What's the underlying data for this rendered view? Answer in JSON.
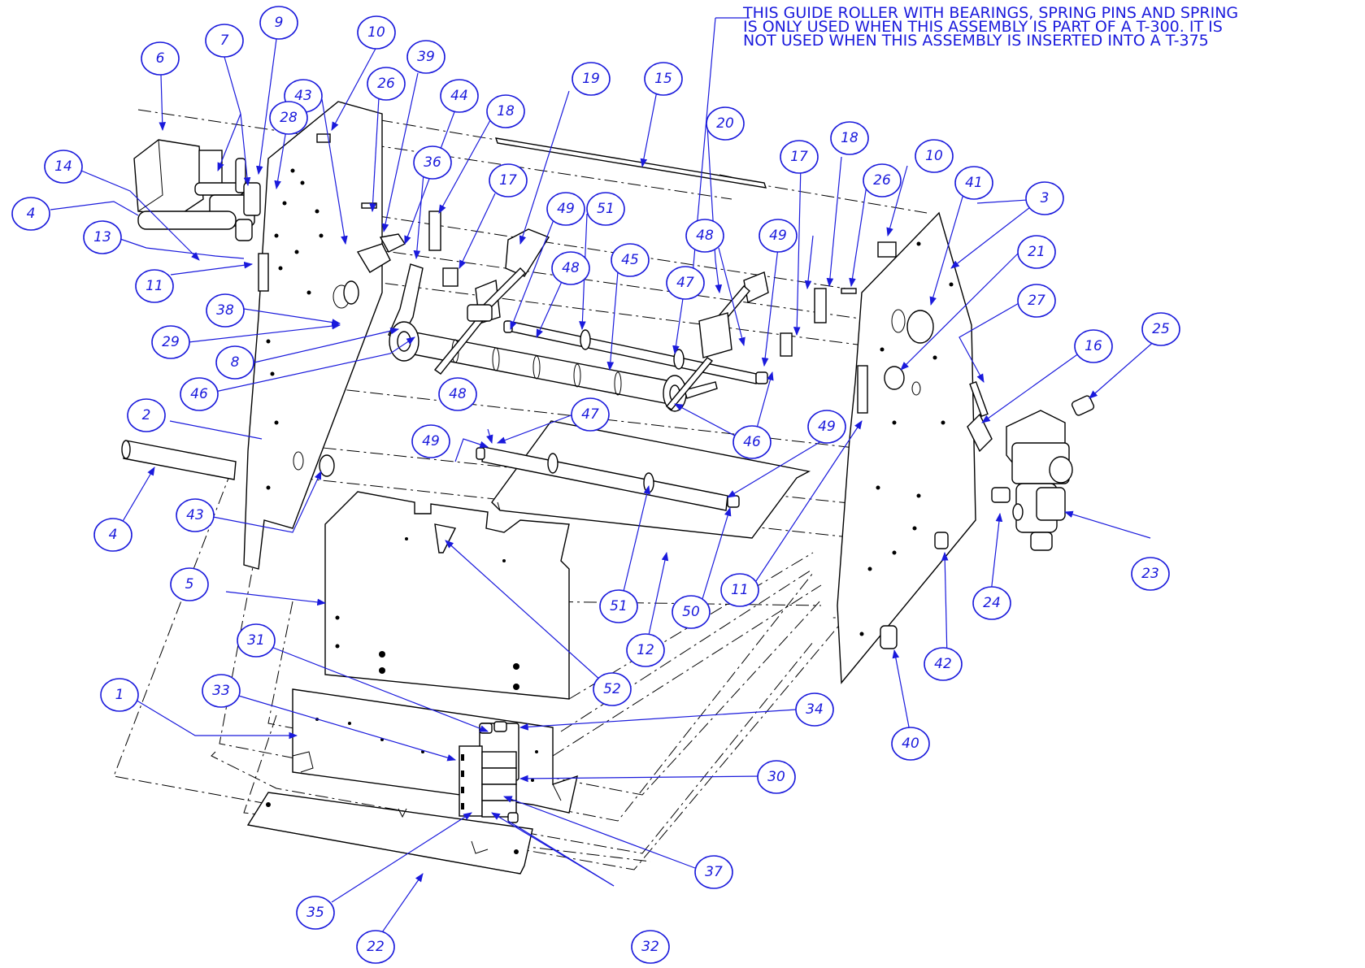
{
  "note": {
    "lines": [
      "THIS GUIDE ROLLER WITH BEARINGS, SPRING PINS AND SPRING",
      "IS ONLY USED WHEN THIS ASSEMBLY IS PART OF A T-300. IT IS",
      "NOT USED WHEN THIS ASSEMBLY IS INSERTED INTO A T-375"
    ]
  },
  "callouts": [
    {
      "label": "6"
    },
    {
      "label": "7"
    },
    {
      "label": "9"
    },
    {
      "label": "10"
    },
    {
      "label": "43"
    },
    {
      "label": "39"
    },
    {
      "label": "26"
    },
    {
      "label": "44"
    },
    {
      "label": "28"
    },
    {
      "label": "18"
    },
    {
      "label": "19"
    },
    {
      "label": "15"
    },
    {
      "label": "14"
    },
    {
      "label": "36"
    },
    {
      "label": "17"
    },
    {
      "label": "4"
    },
    {
      "label": "13"
    },
    {
      "label": "49"
    },
    {
      "label": "51"
    },
    {
      "label": "20"
    },
    {
      "label": "18"
    },
    {
      "label": "17"
    },
    {
      "label": "10"
    },
    {
      "label": "26"
    },
    {
      "label": "41"
    },
    {
      "label": "3"
    },
    {
      "label": "11"
    },
    {
      "label": "48"
    },
    {
      "label": "45"
    },
    {
      "label": "47"
    },
    {
      "label": "48"
    },
    {
      "label": "49"
    },
    {
      "label": "21"
    },
    {
      "label": "27"
    },
    {
      "label": "38"
    },
    {
      "label": "29"
    },
    {
      "label": "8"
    },
    {
      "label": "46"
    },
    {
      "label": "25"
    },
    {
      "label": "16"
    },
    {
      "label": "2"
    },
    {
      "label": "48"
    },
    {
      "label": "47"
    },
    {
      "label": "46"
    },
    {
      "label": "49"
    },
    {
      "label": "49"
    },
    {
      "label": "4"
    },
    {
      "label": "43"
    },
    {
      "label": "23"
    },
    {
      "label": "5"
    },
    {
      "label": "51"
    },
    {
      "label": "50"
    },
    {
      "label": "11"
    },
    {
      "label": "24"
    },
    {
      "label": "12"
    },
    {
      "label": "42"
    },
    {
      "label": "31"
    },
    {
      "label": "1"
    },
    {
      "label": "33"
    },
    {
      "label": "52"
    },
    {
      "label": "34"
    },
    {
      "label": "40"
    },
    {
      "label": "30"
    },
    {
      "label": "37"
    },
    {
      "label": "35"
    },
    {
      "label": "32"
    },
    {
      "label": "22"
    }
  ],
  "colors": {
    "callout": "#1a1adc",
    "linework": "#000000"
  }
}
